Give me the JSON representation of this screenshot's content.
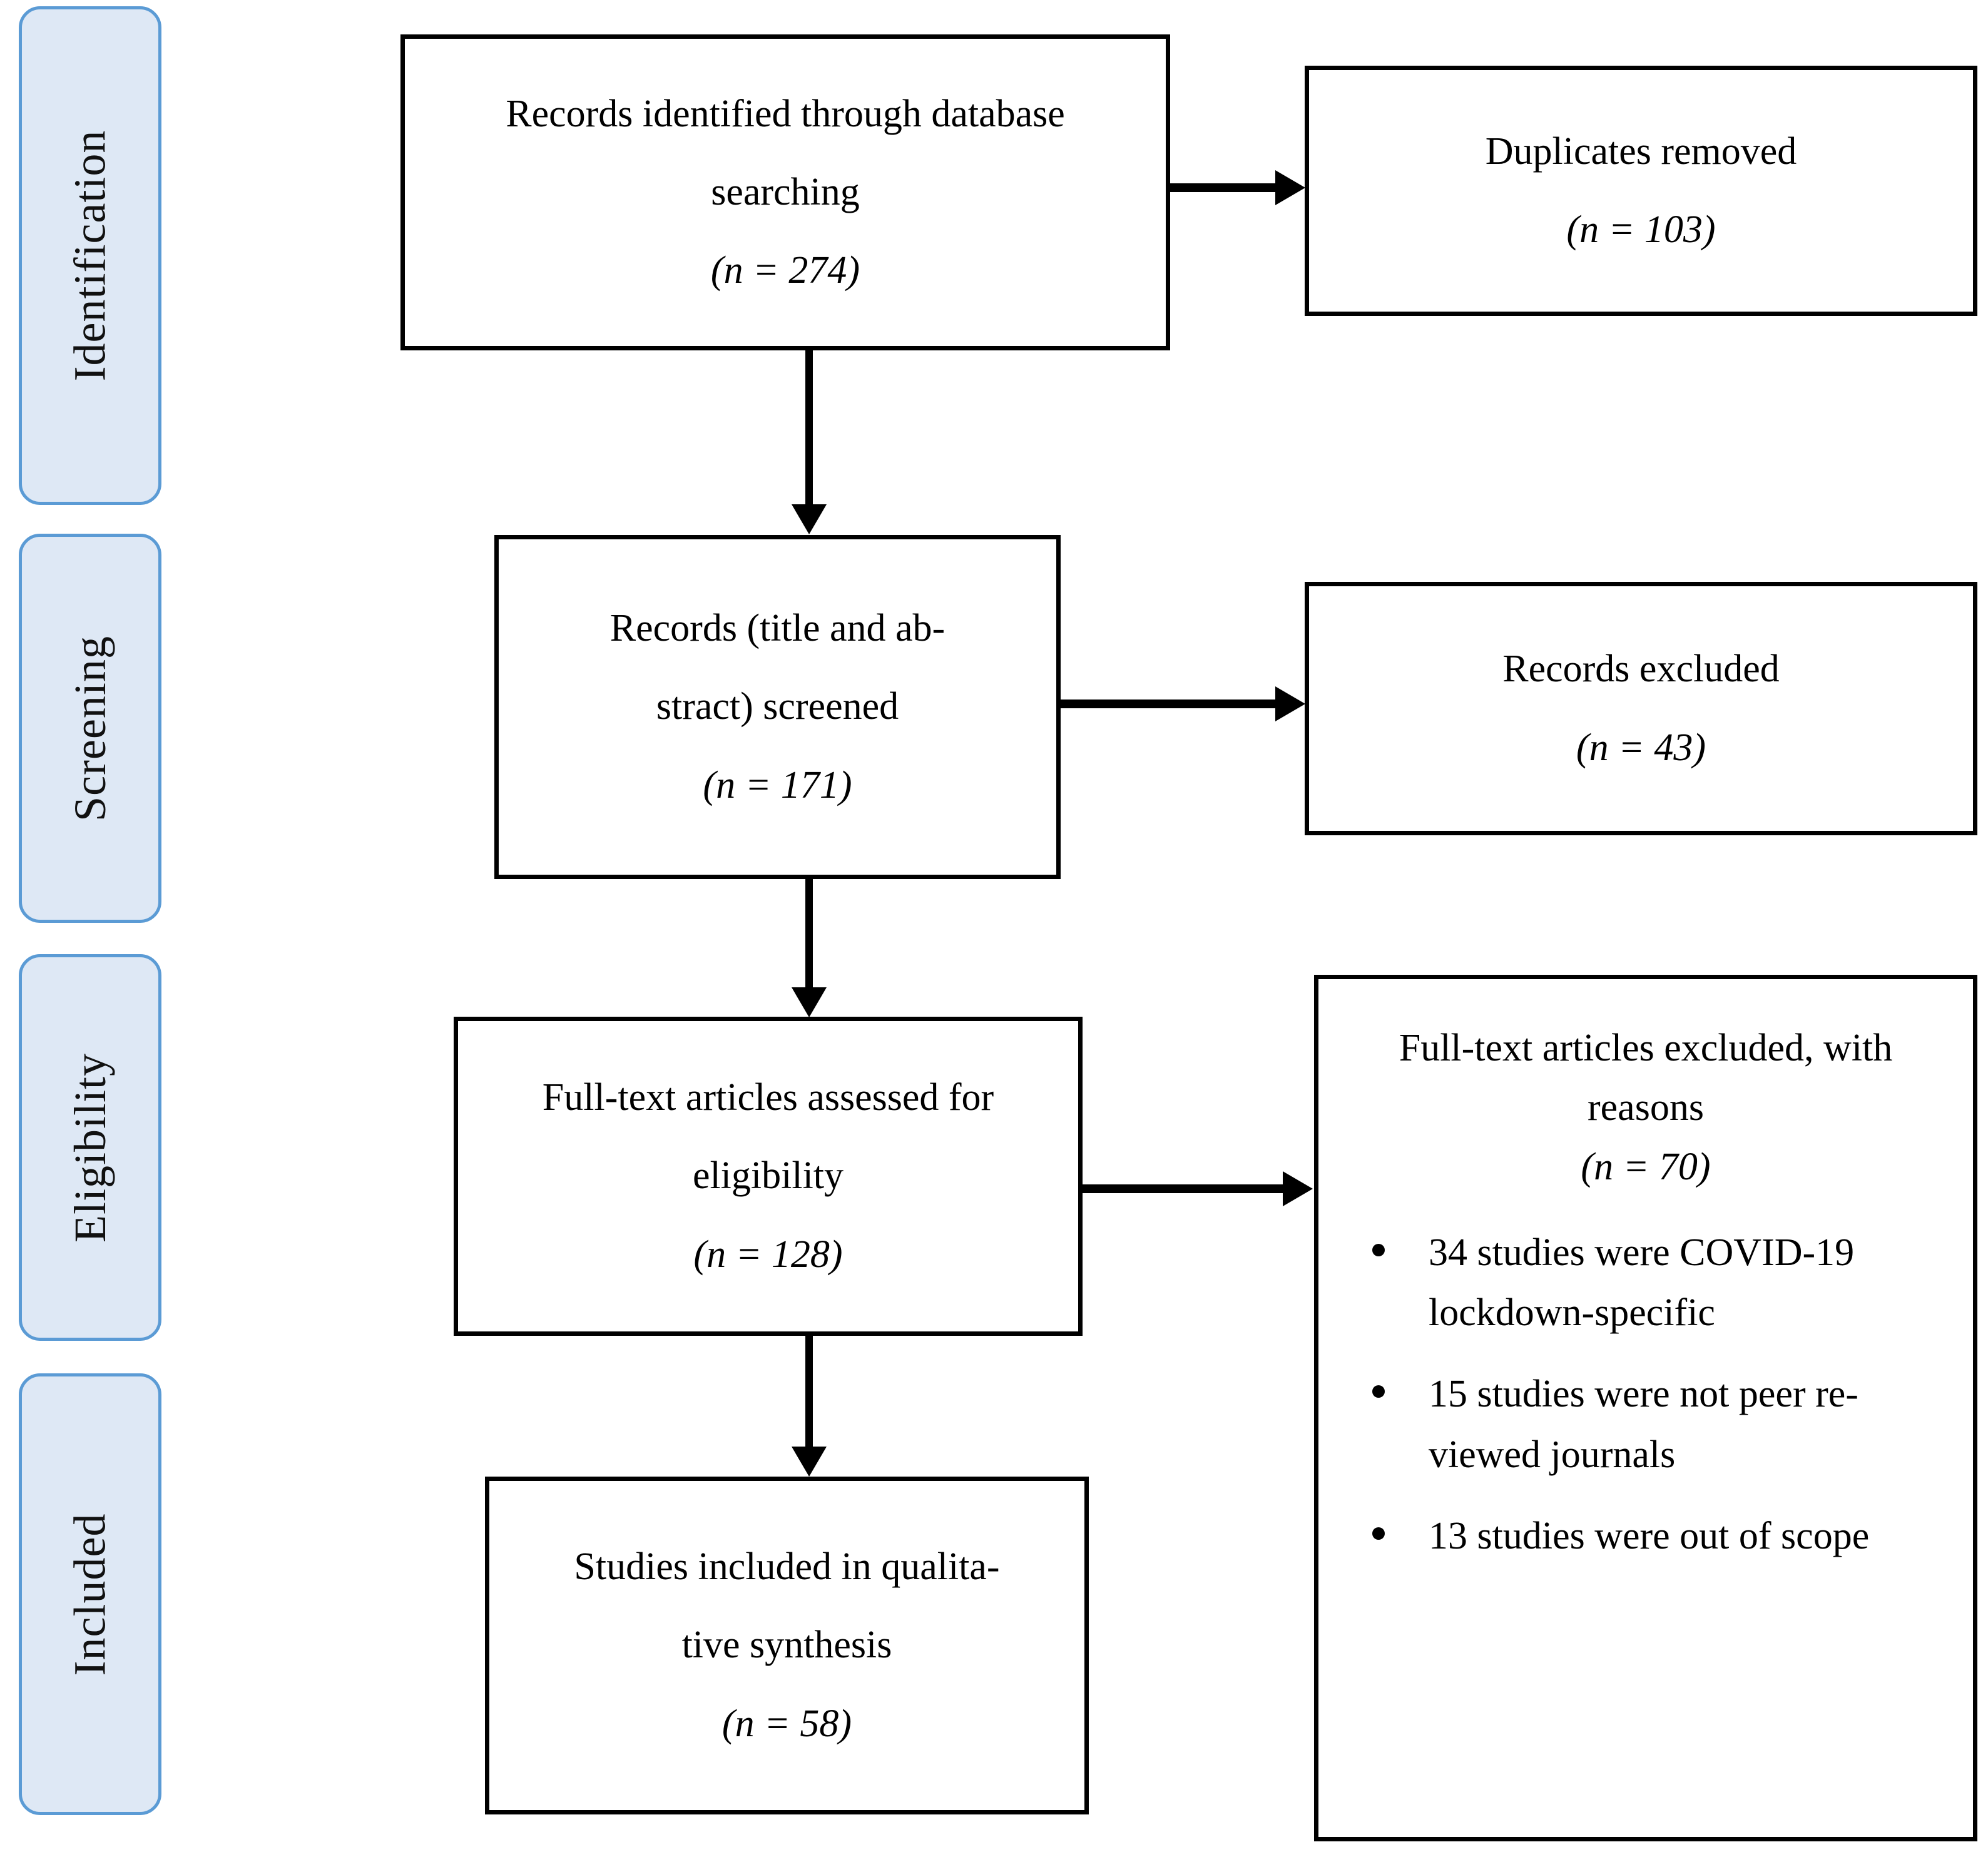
{
  "diagram": {
    "type": "prisma-flow-diagram",
    "stages": [
      {
        "id": "identification",
        "label": "Identification"
      },
      {
        "id": "screening",
        "label": "Screening"
      },
      {
        "id": "eligibility",
        "label": "Eligibility"
      },
      {
        "id": "included",
        "label": "Included"
      }
    ],
    "boxes": {
      "records_identified": {
        "line1": "Records identified through database",
        "line2": "searching",
        "count": "(n = 274)"
      },
      "duplicates_removed": {
        "line1": "Duplicates removed",
        "count": "(n = 103)"
      },
      "records_screened": {
        "line1": "Records (title and ab-",
        "line2": "stract) screened",
        "count": "(n = 171)"
      },
      "records_excluded": {
        "line1": "Records excluded",
        "count": "(n = 43)"
      },
      "fulltext_assessed": {
        "line1": "Full-text articles assessed for",
        "line2": "eligibility",
        "count": "(n = 128)"
      },
      "fulltext_excluded": {
        "line1": "Full-text articles excluded, with",
        "line2": "reasons",
        "count": "(n = 70)",
        "reasons": [
          "34 studies were COVID-19 lockdown-specific",
          "15 studies were not peer re-viewed journals",
          "13 studies were out of scope"
        ]
      },
      "studies_included": {
        "line1": "Studies included in qualita-",
        "line2": "tive synthesis",
        "count": "(n = 58)"
      }
    },
    "colors": {
      "stage_fill": "#dee8f5",
      "stage_border": "#5b9bd5",
      "box_border": "#000000",
      "box_fill": "#ffffff",
      "text": "#000000"
    }
  }
}
